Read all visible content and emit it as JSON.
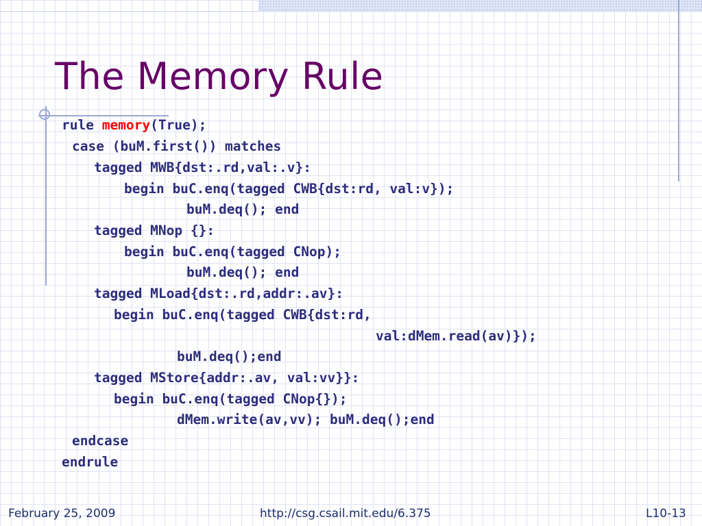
{
  "slide": {
    "title": "The Memory Rule",
    "code": [
      {
        "indent": 0,
        "pre": "rule ",
        "highlight": "memory",
        "post": "(True);"
      },
      {
        "indent": 1,
        "text": "case (buM.first()) matches"
      },
      {
        "indent": 3,
        "text": "tagged MWB{dst:.rd,val:.v}:"
      },
      {
        "indent": 6,
        "text": "begin buC.enq(tagged CWB{dst:rd, val:v});"
      },
      {
        "indent": 12,
        "text": "buM.deq(); end"
      },
      {
        "indent": 3,
        "text": "tagged MNop {}:"
      },
      {
        "indent": 6,
        "text": "begin buC.enq(tagged CNop);"
      },
      {
        "indent": 12,
        "text": "buM.deq(); end"
      },
      {
        "indent": 3,
        "text": "tagged MLoad{dst:.rd,addr:.av}:"
      },
      {
        "indent": 5,
        "text": "begin buC.enq(tagged CWB{dst:rd,"
      },
      {
        "indent": 30,
        "text": "val:dMem.read(av)});"
      },
      {
        "indent": 11,
        "text": "buM.deq();end"
      },
      {
        "indent": 3,
        "text": "tagged MStore{addr:.av, val:vv}}:"
      },
      {
        "indent": 5,
        "text": "begin buC.enq(tagged CNop{});"
      },
      {
        "indent": 11,
        "text": "dMem.write(av,vv); buM.deq();end"
      },
      {
        "indent": 1,
        "text": "endcase"
      },
      {
        "indent": 0,
        "text": "endrule"
      }
    ]
  },
  "footer": {
    "date": "February 25, 2009",
    "url": "http://csg.csail.mit.edu/6.375",
    "slide_number": "L10-13"
  }
}
